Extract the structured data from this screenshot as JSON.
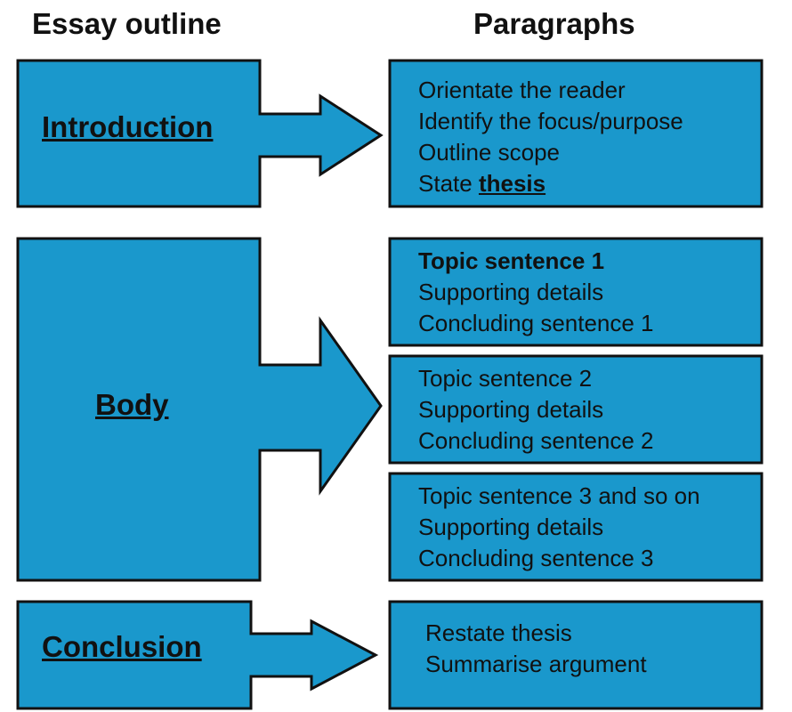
{
  "headings": {
    "left": "Essay outline",
    "right": "Paragraphs"
  },
  "sections": {
    "intro": "Introduction",
    "body": "Body",
    "conclusion": "Conclusion"
  },
  "intro_para": {
    "lines": [
      "Orientate the reader",
      "Identify the focus/purpose",
      "Outline scope"
    ],
    "state_prefix": "State ",
    "state_term": "thesis"
  },
  "body_paras": [
    {
      "topic": "Topic sentence 1",
      "support": "Supporting details",
      "conclude": "Concluding sentence 1"
    },
    {
      "topic": "Topic sentence 2",
      "support": "Supporting details",
      "conclude": "Concluding sentence 2"
    },
    {
      "topic": "Topic sentence 3 and so on",
      "support": "Supporting details",
      "conclude": "Concluding sentence 3"
    }
  ],
  "conclusion_para": {
    "lines": [
      "Restate thesis",
      "Summarise argument"
    ]
  },
  "colors": {
    "fill": "#1a98cc",
    "stroke": "#111111"
  }
}
